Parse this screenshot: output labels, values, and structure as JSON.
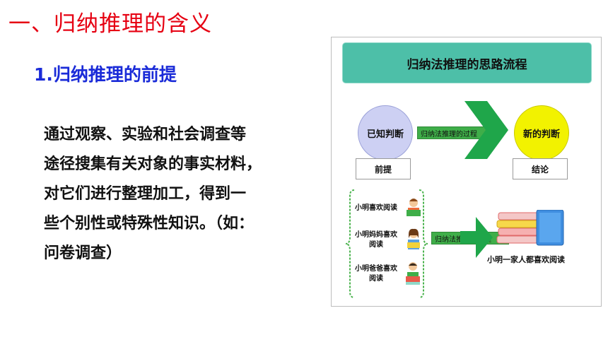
{
  "title": "一、归纳推理的含义",
  "subtitle": "1.归纳推理的前提",
  "body_lines": [
    "通过观察、实验和社会调查等",
    "途径搜集有关对象的事实材料，",
    "对它们进行整理加工，得到一",
    "些个别性或特殊性知识。（如：",
    "问卷调查）"
  ],
  "diagram": {
    "header": "归纳法推理的思路流程",
    "known": "已知判断",
    "premise": "前提",
    "new": "新的判断",
    "conclusion": "结论",
    "process_label_top": "归纳法推理的过程",
    "process_label_bottom": "归纳法推理的过程",
    "people": [
      {
        "label": "小明喜欢阅读"
      },
      {
        "label_line1": "小明妈妈喜欢",
        "label_line2": "阅读"
      },
      {
        "label_line1": "小明爸爸喜欢",
        "label_line2": "阅读"
      }
    ],
    "result": "小明一家人都喜欢阅读",
    "colors": {
      "arrow": "#1fa64a",
      "header": "#4dbfa8",
      "known": "#cdd0f3",
      "new": "#f2f200"
    }
  }
}
